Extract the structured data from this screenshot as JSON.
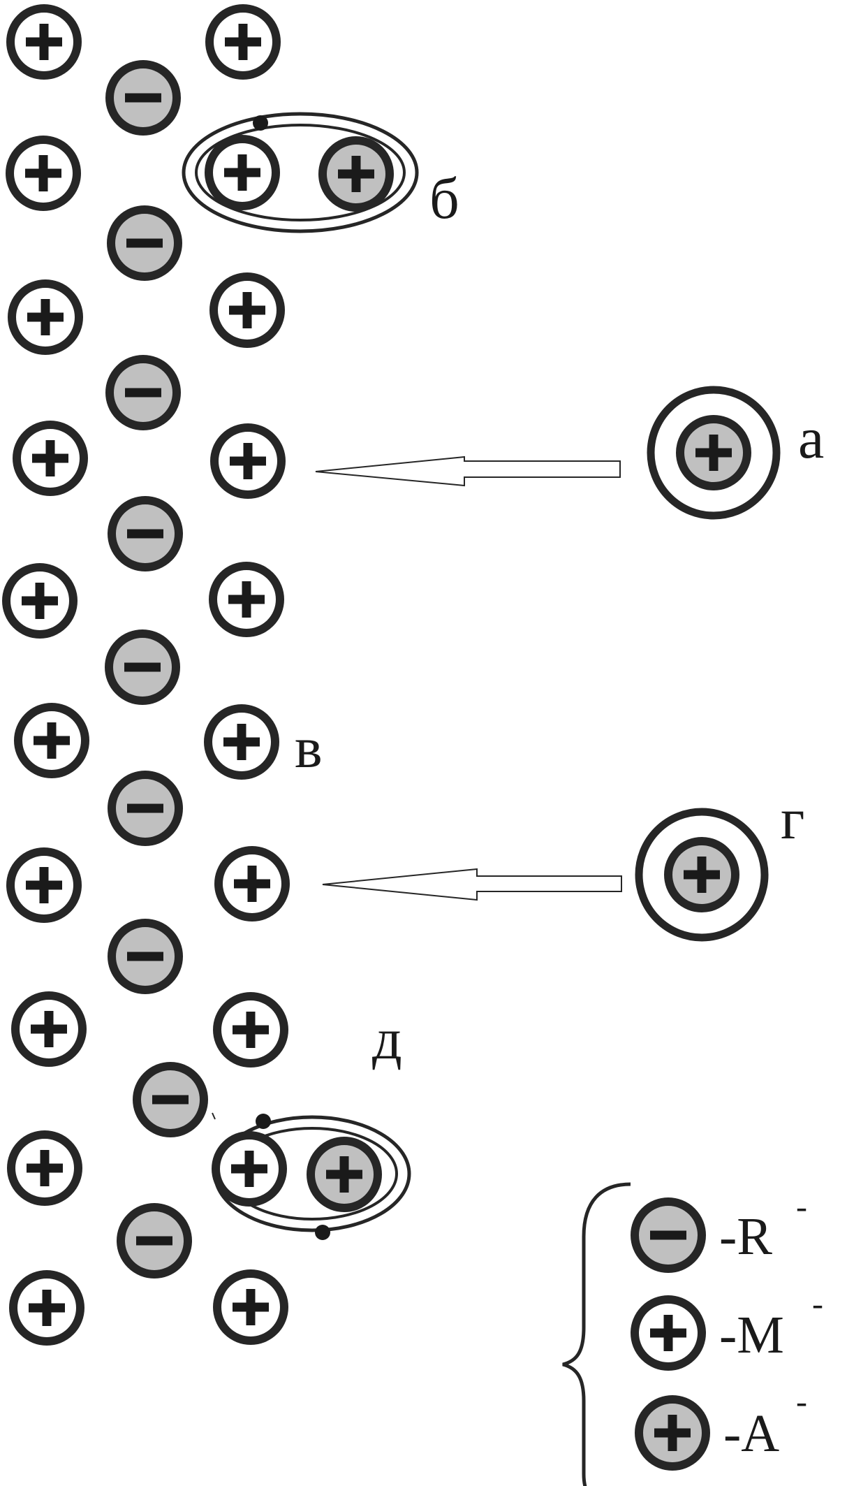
{
  "labels": {
    "a": "а",
    "b": "б",
    "v": "в",
    "g": "г",
    "d": "д"
  },
  "legend": [
    {
      "symbol": "minus-icon",
      "fill": "#c0c0c0",
      "text": "-R",
      "sup": "-"
    },
    {
      "symbol": "plus-icon",
      "fill": "#ffffff",
      "text": "-M",
      "sup": "-"
    },
    {
      "symbol": "plus-icon",
      "fill": "#c0c0c0",
      "text": "-A",
      "sup": "-"
    }
  ],
  "colors": {
    "ink": "#262626",
    "anion_fill": "#c0c0c0",
    "metal_fill": "#ffffff",
    "impurity_fill": "#c0c0c0",
    "background": "#ffffff"
  }
}
